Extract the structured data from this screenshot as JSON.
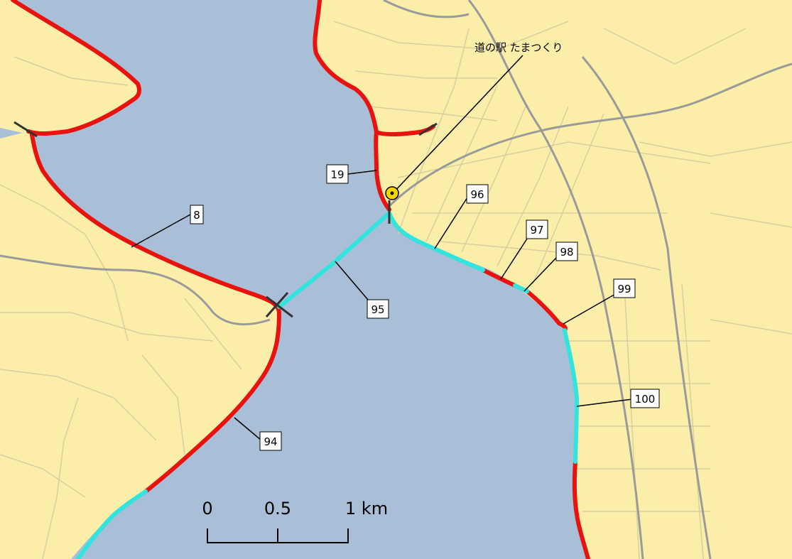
{
  "colors": {
    "water": "#a9bfd8",
    "land": "#fbeea9",
    "road_major": "#9a9a9a",
    "road_minor": "#d8cfa0",
    "route_red": "#e8130f",
    "route_cyan": "#33e3de",
    "poi_fill": "#f5d400"
  },
  "poi": {
    "name": "道の駅 たまつくり",
    "icon": "roadside-station-icon"
  },
  "markers": [
    {
      "id": "m8",
      "label": "8"
    },
    {
      "id": "m19",
      "label": "19"
    },
    {
      "id": "m94",
      "label": "94"
    },
    {
      "id": "m95",
      "label": "95"
    },
    {
      "id": "m96",
      "label": "96"
    },
    {
      "id": "m97",
      "label": "97"
    },
    {
      "id": "m98",
      "label": "98"
    },
    {
      "id": "m99",
      "label": "99"
    },
    {
      "id": "m100",
      "label": "100"
    }
  ],
  "scale_bar": {
    "ticks": [
      "0",
      "0.5",
      "1 km"
    ]
  }
}
